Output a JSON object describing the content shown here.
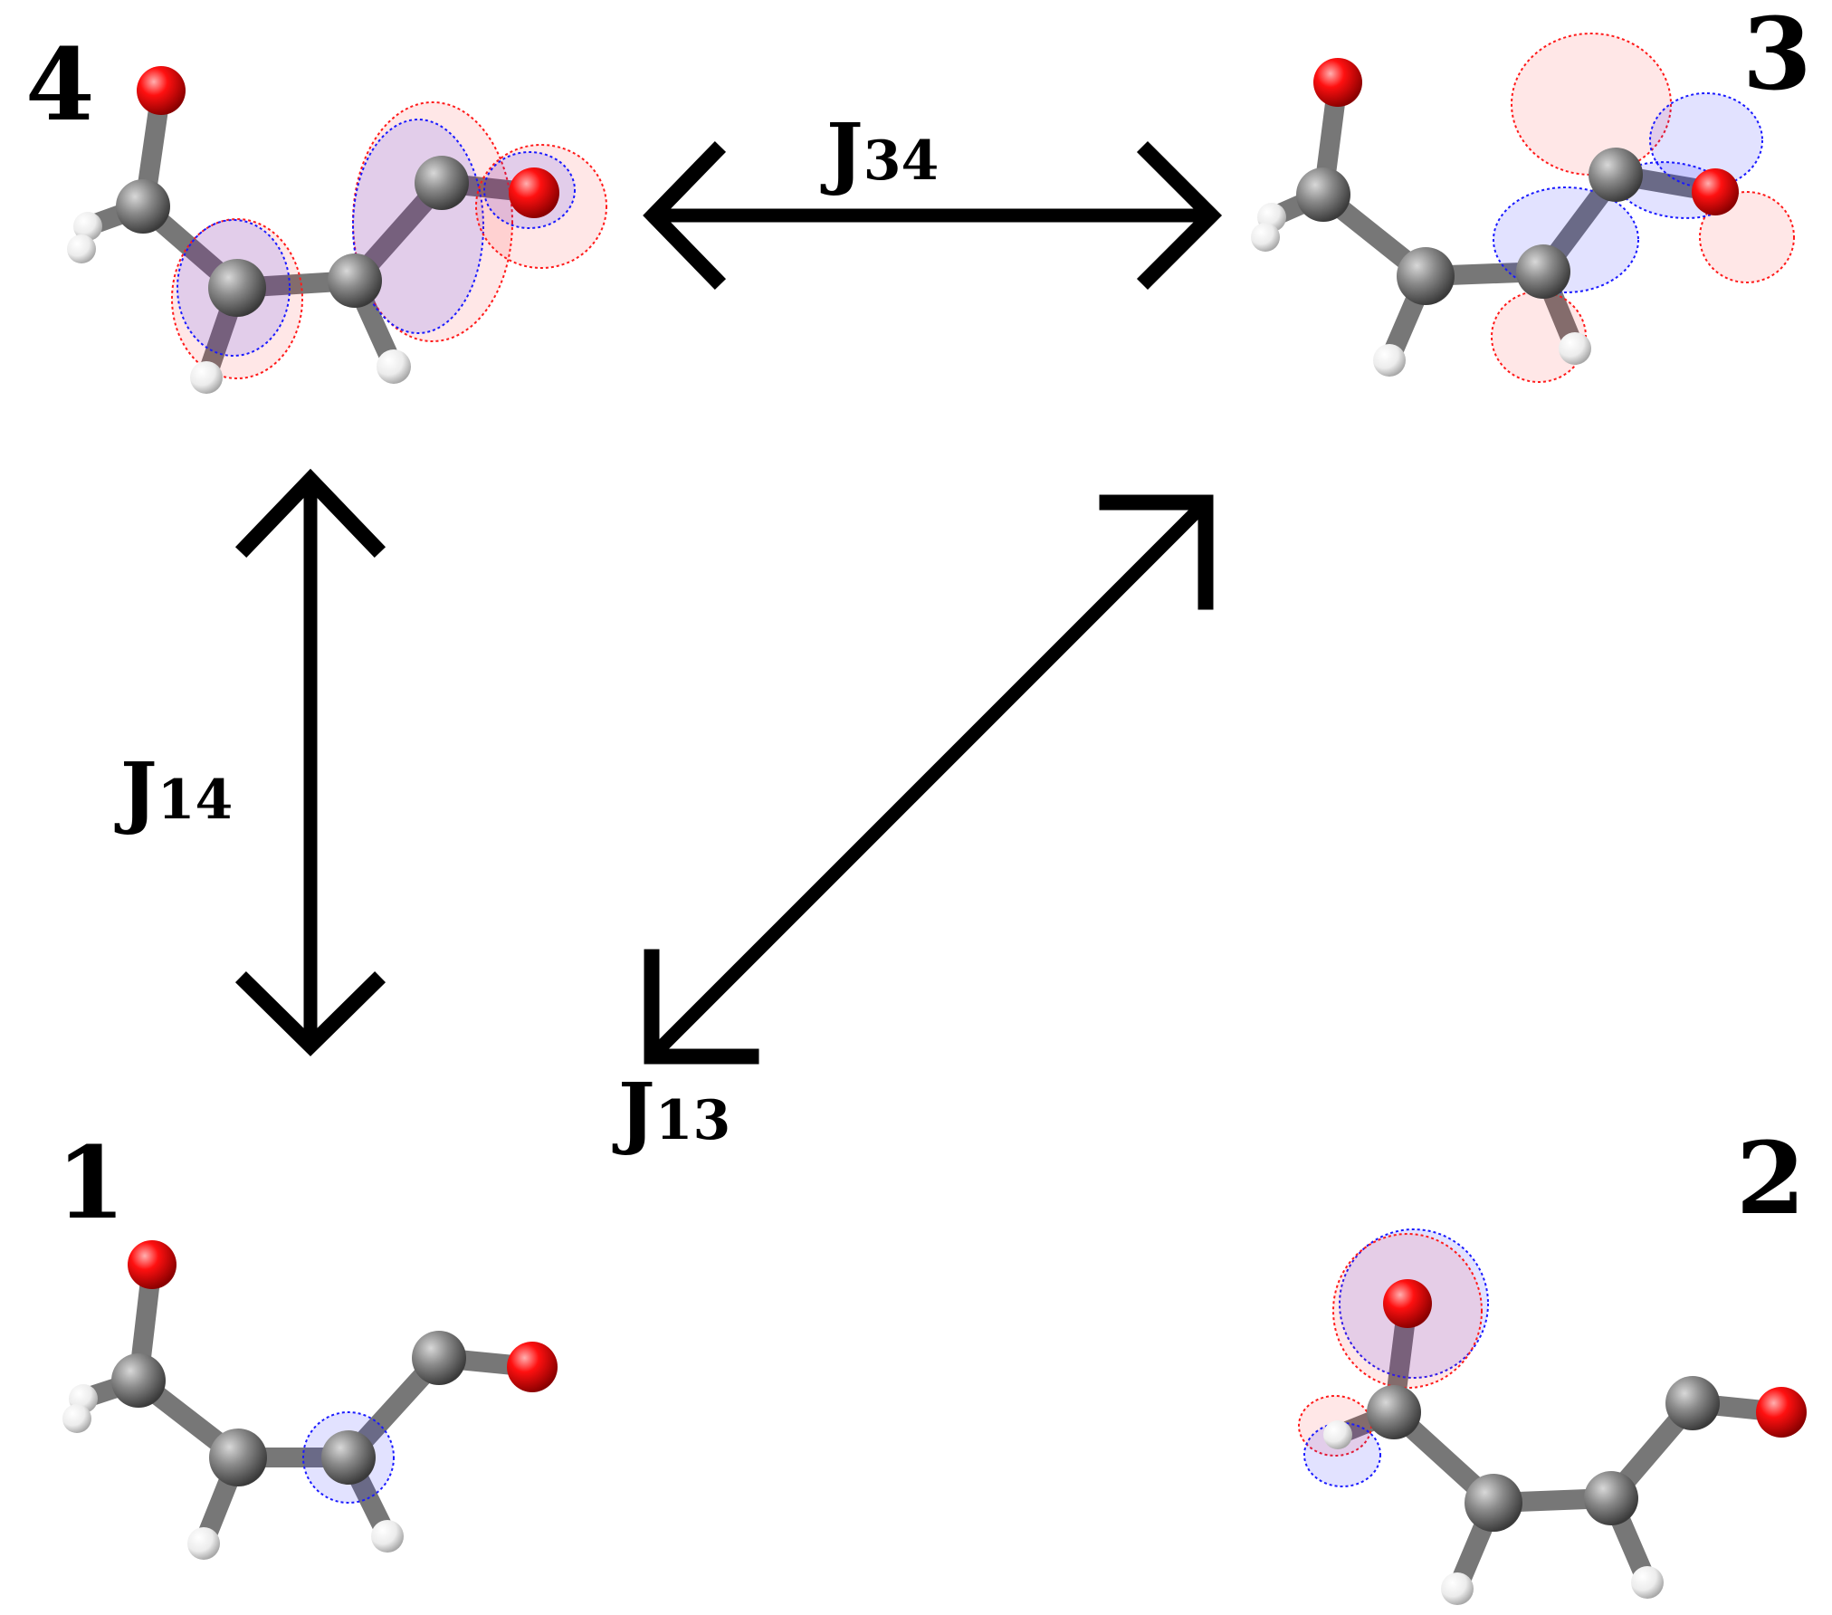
{
  "states": [
    {
      "id": "state-4",
      "label": "4"
    },
    {
      "id": "state-3",
      "label": "3"
    },
    {
      "id": "state-1",
      "label": "1"
    },
    {
      "id": "state-2",
      "label": "2"
    }
  ],
  "couplings": [
    {
      "id": "coupling-J34",
      "symbol": "J",
      "subscript": "34"
    },
    {
      "id": "coupling-J14",
      "symbol": "J",
      "subscript": "14"
    },
    {
      "id": "coupling-J13",
      "symbol": "J",
      "subscript": "13"
    }
  ],
  "colors": {
    "carbon": "#808080",
    "oxygen": "#ff0000",
    "hydrogen": "#f2f2f2",
    "orbital_positive": "#ff0000",
    "orbital_negative": "#0000ff",
    "arrow": "#000000",
    "background": "#ffffff"
  }
}
